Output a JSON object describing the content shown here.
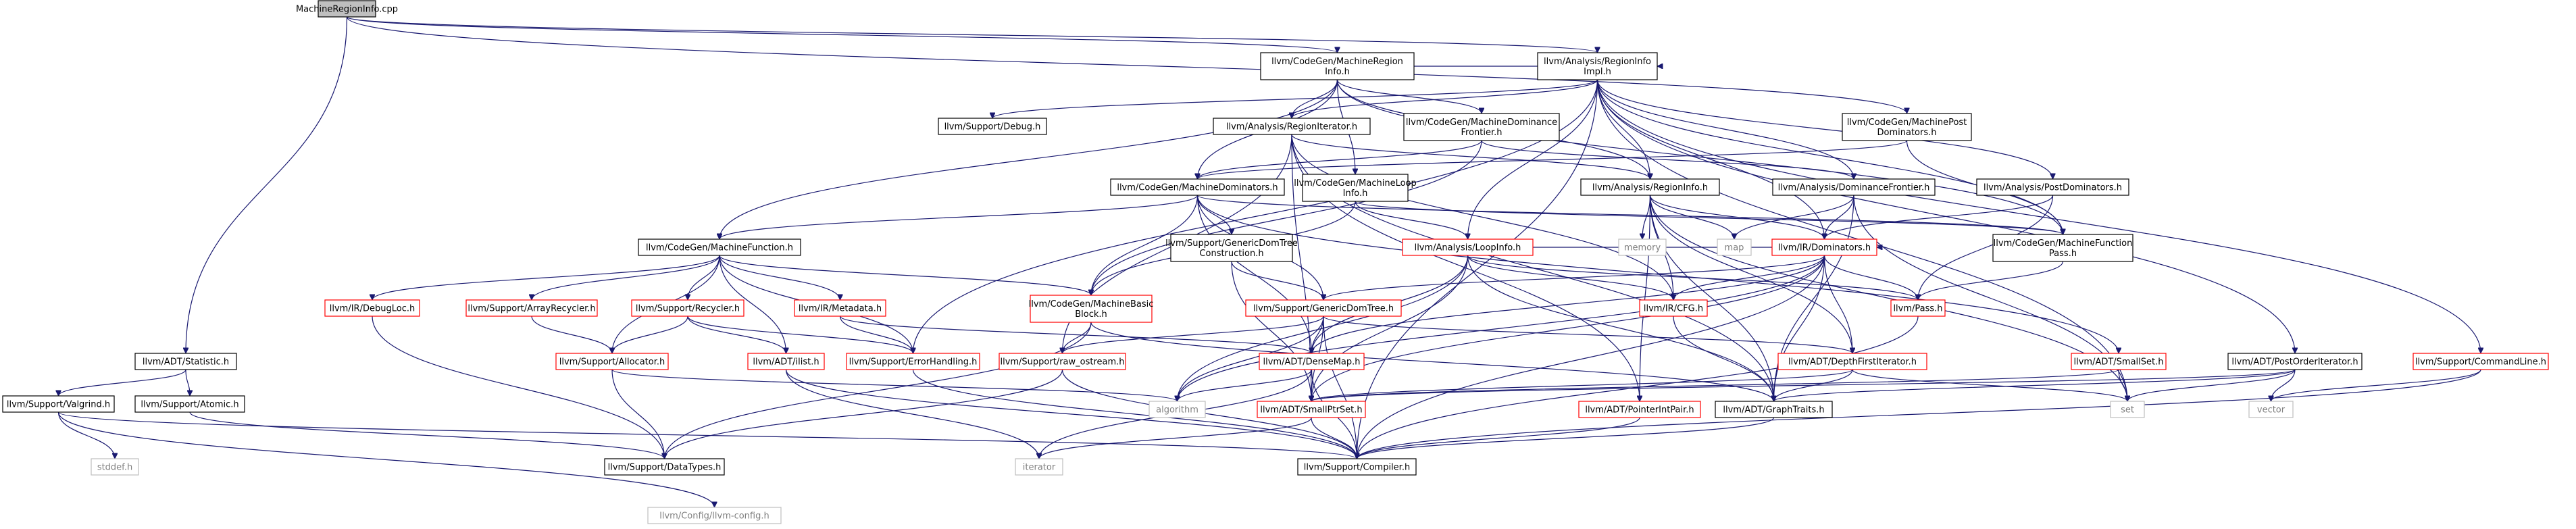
{
  "colors": {
    "background": "#ffffff",
    "edge": "#191970",
    "node_normal_border": "#000000",
    "node_red_border": "#ff0000",
    "node_gray_border": "#bfbfbf",
    "node_root_fill": "#bfbfbf",
    "text_normal": "#000000",
    "text_gray": "#808080"
  },
  "nodes": [
    {
      "id": "root",
      "lines": [
        "MachineRegionInfo.cpp"
      ],
      "style": "root"
    },
    {
      "id": "mri",
      "lines": [
        "llvm/CodeGen/MachineRegion",
        "Info.h"
      ],
      "style": "normal"
    },
    {
      "id": "rii",
      "lines": [
        "llvm/Analysis/RegionInfo",
        "Impl.h"
      ],
      "style": "normal"
    },
    {
      "id": "stat",
      "lines": [
        "llvm/ADT/Statistic.h"
      ],
      "style": "normal"
    },
    {
      "id": "mpd",
      "lines": [
        "llvm/CodeGen/MachinePost",
        "Dominators.h"
      ],
      "style": "normal"
    },
    {
      "id": "dbg",
      "lines": [
        "llvm/Support/Debug.h"
      ],
      "style": "normal"
    },
    {
      "id": "rit",
      "lines": [
        "llvm/Analysis/RegionIterator.h"
      ],
      "style": "normal"
    },
    {
      "id": "mdf",
      "lines": [
        "llvm/CodeGen/MachineDominance",
        "Frontier.h"
      ],
      "style": "normal"
    },
    {
      "id": "mdom",
      "lines": [
        "llvm/CodeGen/MachineDominators.h"
      ],
      "style": "normal"
    },
    {
      "id": "mli",
      "lines": [
        "llvm/CodeGen/MachineLoop",
        "Info.h"
      ],
      "style": "normal"
    },
    {
      "id": "ri",
      "lines": [
        "llvm/Analysis/RegionInfo.h"
      ],
      "style": "normal"
    },
    {
      "id": "df",
      "lines": [
        "llvm/Analysis/DominanceFrontier.h"
      ],
      "style": "normal"
    },
    {
      "id": "pdom",
      "lines": [
        "llvm/Analysis/PostDominators.h"
      ],
      "style": "normal"
    },
    {
      "id": "mf",
      "lines": [
        "llvm/CodeGen/MachineFunction.h"
      ],
      "style": "normal"
    },
    {
      "id": "gdtc",
      "lines": [
        "llvm/Support/GenericDomTree",
        "Construction.h"
      ],
      "style": "normal"
    },
    {
      "id": "li",
      "lines": [
        "llvm/Analysis/LoopInfo.h"
      ],
      "style": "red"
    },
    {
      "id": "memory",
      "lines": [
        "memory"
      ],
      "style": "gray"
    },
    {
      "id": "map",
      "lines": [
        "map"
      ],
      "style": "gray"
    },
    {
      "id": "dom",
      "lines": [
        "llvm/IR/Dominators.h"
      ],
      "style": "red"
    },
    {
      "id": "mfp",
      "lines": [
        "llvm/CodeGen/MachineFunction",
        "Pass.h"
      ],
      "style": "normal"
    },
    {
      "id": "dl",
      "lines": [
        "llvm/IR/DebugLoc.h"
      ],
      "style": "red"
    },
    {
      "id": "arec",
      "lines": [
        "llvm/Support/ArrayRecycler.h"
      ],
      "style": "red"
    },
    {
      "id": "rec",
      "lines": [
        "llvm/Support/Recycler.h"
      ],
      "style": "red"
    },
    {
      "id": "meta",
      "lines": [
        "llvm/IR/Metadata.h"
      ],
      "style": "red"
    },
    {
      "id": "mbb",
      "lines": [
        "llvm/CodeGen/MachineBasic",
        "Block.h"
      ],
      "style": "red"
    },
    {
      "id": "gdt",
      "lines": [
        "llvm/Support/GenericDomTree.h"
      ],
      "style": "red"
    },
    {
      "id": "cfg",
      "lines": [
        "llvm/IR/CFG.h"
      ],
      "style": "red"
    },
    {
      "id": "pass",
      "lines": [
        "llvm/Pass.h"
      ],
      "style": "red"
    },
    {
      "id": "sset",
      "lines": [
        "llvm/ADT/SmallSet.h"
      ],
      "style": "red"
    },
    {
      "id": "poi",
      "lines": [
        "llvm/ADT/PostOrderIterator.h"
      ],
      "style": "normal"
    },
    {
      "id": "cl",
      "lines": [
        "llvm/Support/CommandLine.h"
      ],
      "style": "red"
    },
    {
      "id": "vg",
      "lines": [
        "llvm/Support/Valgrind.h"
      ],
      "style": "normal"
    },
    {
      "id": "atom",
      "lines": [
        "llvm/Support/Atomic.h"
      ],
      "style": "normal"
    },
    {
      "id": "alloc",
      "lines": [
        "llvm/Support/Allocator.h"
      ],
      "style": "red"
    },
    {
      "id": "ilist",
      "lines": [
        "llvm/ADT/ilist.h"
      ],
      "style": "red"
    },
    {
      "id": "eh",
      "lines": [
        "llvm/Support/ErrorHandling.h"
      ],
      "style": "red"
    },
    {
      "id": "ros",
      "lines": [
        "llvm/Support/raw_ostream.h"
      ],
      "style": "red"
    },
    {
      "id": "dmap",
      "lines": [
        "llvm/ADT/DenseMap.h"
      ],
      "style": "red"
    },
    {
      "id": "dfi",
      "lines": [
        "llvm/ADT/DepthFirstIterator.h"
      ],
      "style": "red"
    },
    {
      "id": "algo",
      "lines": [
        "algorithm"
      ],
      "style": "gray"
    },
    {
      "id": "sps",
      "lines": [
        "llvm/ADT/SmallPtrSet.h"
      ],
      "style": "red"
    },
    {
      "id": "pip",
      "lines": [
        "llvm/ADT/PointerIntPair.h"
      ],
      "style": "red"
    },
    {
      "id": "gt",
      "lines": [
        "llvm/ADT/GraphTraits.h"
      ],
      "style": "normal"
    },
    {
      "id": "set",
      "lines": [
        "set"
      ],
      "style": "gray"
    },
    {
      "id": "vector",
      "lines": [
        "vector"
      ],
      "style": "gray"
    },
    {
      "id": "stddef",
      "lines": [
        "stddef.h"
      ],
      "style": "gray"
    },
    {
      "id": "dt",
      "lines": [
        "llvm/Support/DataTypes.h"
      ],
      "style": "normal"
    },
    {
      "id": "iter",
      "lines": [
        "iterator"
      ],
      "style": "gray"
    },
    {
      "id": "comp",
      "lines": [
        "llvm/Support/Compiler.h"
      ],
      "style": "normal"
    },
    {
      "id": "cfgh",
      "lines": [
        "llvm/Config/llvm-config.h"
      ],
      "style": "gray"
    }
  ],
  "edges": [
    [
      "root",
      "mri"
    ],
    [
      "root",
      "rii"
    ],
    [
      "root",
      "stat"
    ],
    [
      "root",
      "mpd"
    ],
    [
      "mri",
      "rii"
    ],
    [
      "mri",
      "mdf"
    ],
    [
      "mri",
      "rit"
    ],
    [
      "mri",
      "mdom"
    ],
    [
      "mri",
      "mli"
    ],
    [
      "mri",
      "mf"
    ],
    [
      "mri",
      "mfp"
    ],
    [
      "mri",
      "ri"
    ],
    [
      "rii",
      "dbg"
    ],
    [
      "rii",
      "rit"
    ],
    [
      "rii",
      "ri"
    ],
    [
      "rii",
      "df"
    ],
    [
      "rii",
      "pdom"
    ],
    [
      "rii",
      "li"
    ],
    [
      "rii",
      "eh"
    ],
    [
      "rii",
      "set"
    ],
    [
      "rii",
      "poi"
    ],
    [
      "rii",
      "cl"
    ],
    [
      "rii",
      "comp"
    ],
    [
      "rii",
      "dom"
    ],
    [
      "rii",
      "mfp"
    ],
    [
      "rit",
      "ri"
    ],
    [
      "rit",
      "cfg"
    ],
    [
      "rit",
      "gt"
    ],
    [
      "rit",
      "sps"
    ],
    [
      "rit",
      "ros"
    ],
    [
      "rit",
      "pip"
    ],
    [
      "mdf",
      "df"
    ],
    [
      "mdf",
      "mbb"
    ],
    [
      "mdf",
      "mdom"
    ],
    [
      "mdom",
      "mf"
    ],
    [
      "mdom",
      "mbb"
    ],
    [
      "mdom",
      "gdtc"
    ],
    [
      "mdom",
      "gdt"
    ],
    [
      "mdom",
      "mfp"
    ],
    [
      "mdom",
      "dmap"
    ],
    [
      "mdom",
      "sset"
    ],
    [
      "mli",
      "li"
    ],
    [
      "mli",
      "mbb"
    ],
    [
      "mli",
      "mfp"
    ],
    [
      "ri",
      "memory"
    ],
    [
      "ri",
      "map"
    ],
    [
      "ri",
      "dom"
    ],
    [
      "ri",
      "cfg"
    ],
    [
      "ri",
      "pip"
    ],
    [
      "ri",
      "gt"
    ],
    [
      "ri",
      "dfi"
    ],
    [
      "ri",
      "set"
    ],
    [
      "df",
      "dom"
    ],
    [
      "df",
      "map"
    ],
    [
      "df",
      "set"
    ],
    [
      "df",
      "gt"
    ],
    [
      "pdom",
      "dom"
    ],
    [
      "pdom",
      "pass"
    ],
    [
      "mpd",
      "mfp"
    ],
    [
      "mpd",
      "mdom"
    ],
    [
      "mf",
      "dl"
    ],
    [
      "mf",
      "arec"
    ],
    [
      "mf",
      "rec"
    ],
    [
      "mf",
      "meta"
    ],
    [
      "mf",
      "mbb"
    ],
    [
      "mf",
      "ilist"
    ],
    [
      "mf",
      "alloc"
    ],
    [
      "mf",
      "eh"
    ],
    [
      "gdtc",
      "gdt"
    ],
    [
      "gdtc",
      "sps"
    ],
    [
      "li",
      "dom"
    ],
    [
      "li",
      "cfg"
    ],
    [
      "li",
      "pass"
    ],
    [
      "li",
      "dmap"
    ],
    [
      "li",
      "sps"
    ],
    [
      "li",
      "algo"
    ],
    [
      "li",
      "gt"
    ],
    [
      "dom",
      "gdt"
    ],
    [
      "dom",
      "cfg"
    ],
    [
      "dom",
      "pass"
    ],
    [
      "dom",
      "dfi"
    ],
    [
      "dom",
      "dmap"
    ],
    [
      "dom",
      "sps"
    ],
    [
      "dom",
      "gt"
    ],
    [
      "dom",
      "algo"
    ],
    [
      "dom",
      "comp"
    ],
    [
      "mfp",
      "pass"
    ],
    [
      "dl",
      "dt"
    ],
    [
      "arec",
      "alloc"
    ],
    [
      "rec",
      "alloc"
    ],
    [
      "rec",
      "eh"
    ],
    [
      "rec",
      "ilist"
    ],
    [
      "meta",
      "dmap"
    ],
    [
      "meta",
      "eh"
    ],
    [
      "mbb",
      "ros"
    ],
    [
      "mbb",
      "gt"
    ],
    [
      "mbb",
      "dt"
    ],
    [
      "gdt",
      "ros"
    ],
    [
      "gdt",
      "dmap"
    ],
    [
      "gdt",
      "dfi"
    ],
    [
      "gdt",
      "sps"
    ],
    [
      "gdt",
      "algo"
    ],
    [
      "gdt",
      "comp"
    ],
    [
      "cfg",
      "gt"
    ],
    [
      "pass",
      "comp"
    ],
    [
      "sset",
      "sps"
    ],
    [
      "sset",
      "set"
    ],
    [
      "poi",
      "gt"
    ],
    [
      "poi",
      "sps"
    ],
    [
      "poi",
      "set"
    ],
    [
      "poi",
      "vector"
    ],
    [
      "cl",
      "comp"
    ],
    [
      "cl",
      "vector"
    ],
    [
      "stat",
      "vg"
    ],
    [
      "stat",
      "atom"
    ],
    [
      "vg",
      "cfgh"
    ],
    [
      "vg",
      "comp"
    ],
    [
      "vg",
      "stddef"
    ],
    [
      "atom",
      "dt"
    ],
    [
      "alloc",
      "dt"
    ],
    [
      "alloc",
      "algo"
    ],
    [
      "ilist",
      "iter"
    ],
    [
      "ilist",
      "comp"
    ],
    [
      "eh",
      "comp"
    ],
    [
      "ros",
      "dt"
    ],
    [
      "ros",
      "comp"
    ],
    [
      "dmap",
      "algo"
    ],
    [
      "dmap",
      "iter"
    ],
    [
      "dmap",
      "comp"
    ],
    [
      "dfi",
      "sps"
    ],
    [
      "dfi",
      "gt"
    ],
    [
      "dfi",
      "set"
    ],
    [
      "sps",
      "comp"
    ],
    [
      "sps",
      "iter"
    ],
    [
      "pip",
      "comp"
    ],
    [
      "gt",
      "comp"
    ]
  ]
}
